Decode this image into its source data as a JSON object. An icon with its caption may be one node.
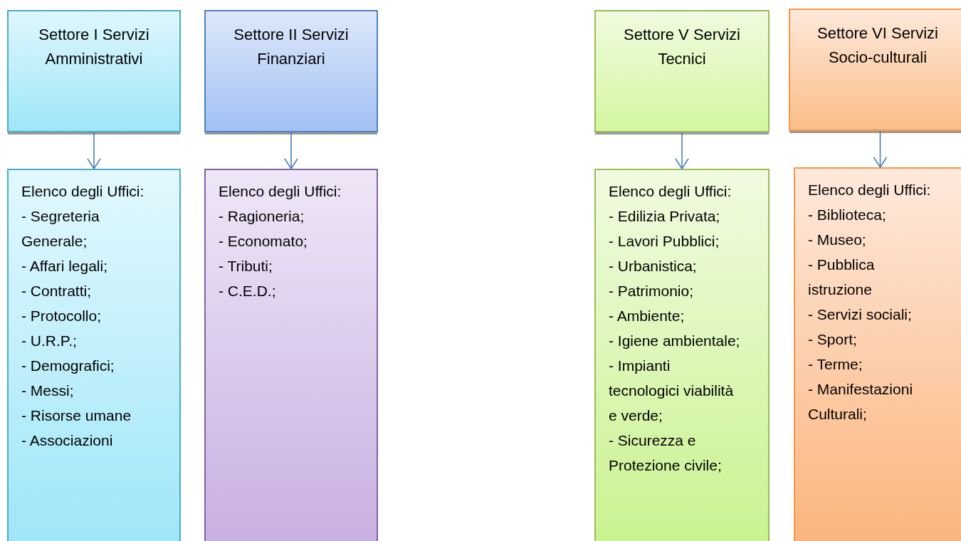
{
  "diagram": {
    "nodes": [
      {
        "text": [
          "Settore I Servizi Amministrativi"
        ]
      },
      {
        "text": [
          "Settore II Servizi Finanziari"
        ]
      },
      {
        "text": [
          "Settore V Servizi Tecnici"
        ]
      },
      {
        "text": [
          "Settore VI Servizi Socio-culturali"
        ]
      },
      {
        "text": [
          "Elenco degli Uffici:",
          "- Segreteria Generale;",
          "- Affari legali;",
          "- Contratti;",
          "- Protocollo;",
          "- U.R.P.;",
          "- Demografici;",
          "- Messi;",
          "- Risorse umane",
          "- Associazioni"
        ]
      },
      {
        "text": [
          "Elenco degli Uffici:",
          "- Ragioneria;",
          "- Economato;",
          "- Tributi;",
          "- C.E.D.;"
        ]
      },
      {
        "text": [
          "Elenco degli Uffici:",
          "- Edilizia Privata;",
          "- Lavori Pubblici;",
          "- Urbanistica;",
          "- Patrimonio;",
          "- Ambiente;",
          "- Igiene ambientale;",
          "- Impianti tecnologici viabilità e verde;",
          "- Sicurezza e Protezione civile;"
        ]
      },
      {
        "text": [
          "Elenco degli Uffici:",
          "- Biblioteca;",
          "- Museo;",
          "- Pubblica istruzione",
          "- Servizi sociali;",
          "- Sport;",
          "- Terme;",
          "- Manifestazioni Culturali;"
        ]
      }
    ],
    "edges": [
      {
        "from": 0,
        "to": 4,
        "arrow": "to"
      },
      {
        "from": 1,
        "to": 5,
        "arrow": "to"
      },
      {
        "from": 2,
        "to": 6,
        "arrow": "to"
      },
      {
        "from": 3,
        "to": 7,
        "arrow": "to"
      }
    ]
  }
}
